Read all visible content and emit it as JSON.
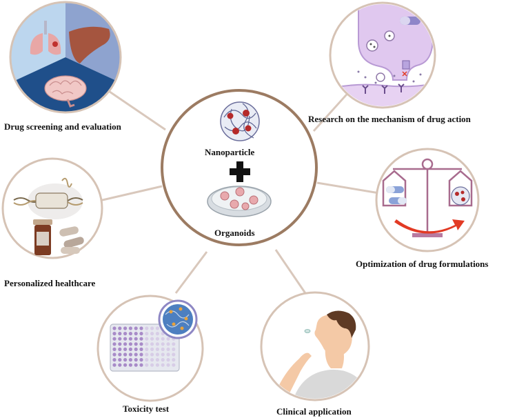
{
  "center": {
    "top_label": "Nanoparticle",
    "plus": "+",
    "bottom_label": "Organoids"
  },
  "satellites": {
    "drug_screening": "Drug screening and evaluation",
    "mechanism": "Research on the mechanism of drug action",
    "personalized": "Personalized healthcare",
    "optimization": "Optimization of drug formulations",
    "toxicity": "Toxicity test",
    "clinical": "Clinical application"
  },
  "colors": {
    "connector": "#d9c8bc",
    "center_ring": "#9c7b62",
    "satellite_ring": "#d6c3b5",
    "lavender": "#b89ad4",
    "light_blue": "#bcd6ee",
    "navy": "#1f4f8a",
    "accent_red": "#e23a24"
  }
}
